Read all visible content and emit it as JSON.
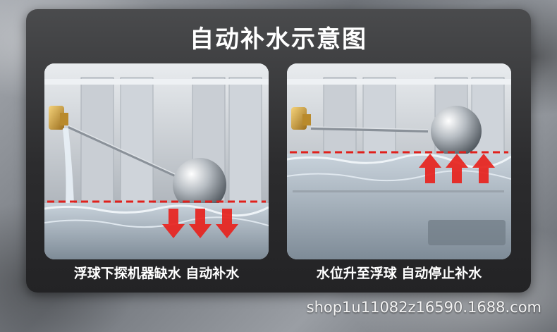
{
  "title": "自动补水示意图",
  "panels": [
    {
      "caption": "浮球下探机器缺水 自动补水",
      "state": "low-water",
      "arrows": "down"
    },
    {
      "caption": "水位升至浮球 自动停止补水",
      "state": "full-water",
      "arrows": "up"
    }
  ],
  "watermark": "shop1u11082z16590.1688.com",
  "colors": {
    "card": "#2c2c2e",
    "water_line": "#e0201c",
    "arrow": "#e8231e",
    "text": "#ffffff"
  },
  "icons": [
    "float-ball-icon",
    "valve-icon",
    "red-arrow-icon",
    "water-level-line"
  ]
}
